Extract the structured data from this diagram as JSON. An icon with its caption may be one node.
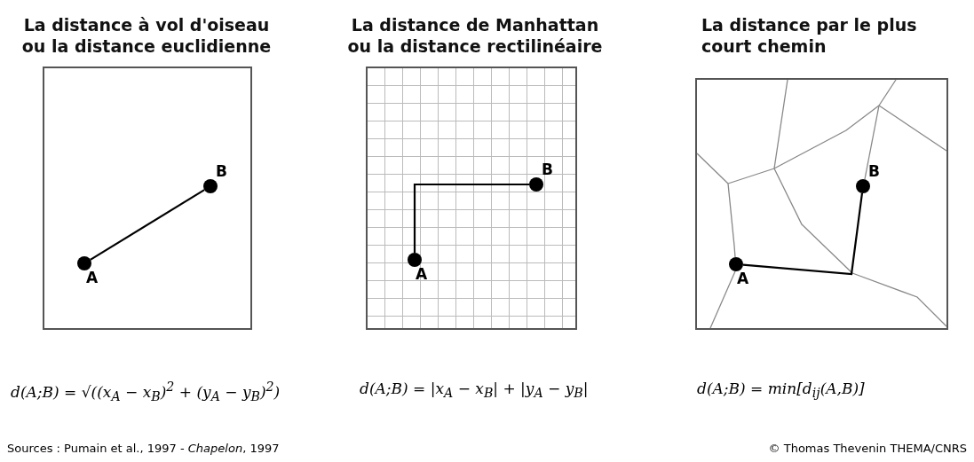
{
  "diagram": {
    "nodes": [
      {
        "text": [
          "La distance à vol d'oiseau ou la distance euclidienne"
        ]
      },
      {
        "text": [
          "A"
        ],
        "in": 0
      },
      {
        "text": [
          "B"
        ],
        "in": 0
      },
      {
        "text": [
          "La distance de Manhattan ou la distance rectilinéaire"
        ]
      },
      {
        "text": [
          "A"
        ],
        "in": 3
      },
      {
        "text": [
          "B"
        ],
        "in": 3
      },
      {
        "text": [
          "La distance par le plus court chemin"
        ]
      },
      {
        "text": [
          "A"
        ],
        "in": 6
      },
      {
        "text": [
          "B"
        ],
        "in": 6
      }
    ],
    "edges": [
      {
        "from": 1,
        "to": 2,
        "arrow": "none"
      },
      {
        "from": 4,
        "to": 5,
        "arrow": "none"
      },
      {
        "from": 7,
        "to": 8,
        "arrow": "none"
      }
    ],
    "labels": [
      "d(A;B) = √((x$_{A}$ − x$_{B}$)$^{2}$ + (y$_{A}$ − y$_{B}$)$^{2}$)",
      "d(A;B) = |x$_{A}$ − x$_{B}$| + |y$_{A}$ − y$_{B}$|",
      "d(A;B) = min[d$_{ij}$(A,B)]",
      "Sources : Pumain et al., 1997 - *Chapelon*, 1997",
      "© Thomas Thevenin THEMA/CNRS"
    ]
  }
}
